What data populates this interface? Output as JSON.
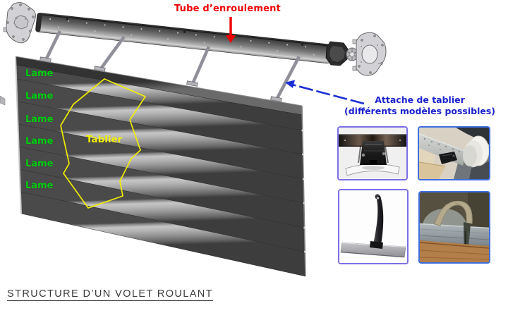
{
  "diagram": {
    "tube_label": "Tube d’enroulement",
    "attache_label_line1": "Attache de tablier",
    "attache_label_line2": "(différents modèles possibles)",
    "tablier_label": "Tablier",
    "lame_labels": [
      "Lame",
      "Lame",
      "Lame",
      "Lame",
      "Lame",
      "Lame"
    ],
    "title": "STRUCTURE D’UN VOLET ROULANT"
  },
  "icons": {
    "red_arrow": "down-arrow pointing at winding tube",
    "blue_arrow": "up-left arrow pointing at curtain strap"
  },
  "colors": {
    "tube_label": "#ee0000",
    "lame_label": "#00cc11",
    "tablier_outline": "#f0ee00",
    "attache_label": "#1b22cf",
    "title_text": "#3b3b3b",
    "photo_border_violet": "#7b6fe6",
    "photo_border_blue": "#3f6fe0",
    "slat_grey": "#a8a8a8"
  }
}
